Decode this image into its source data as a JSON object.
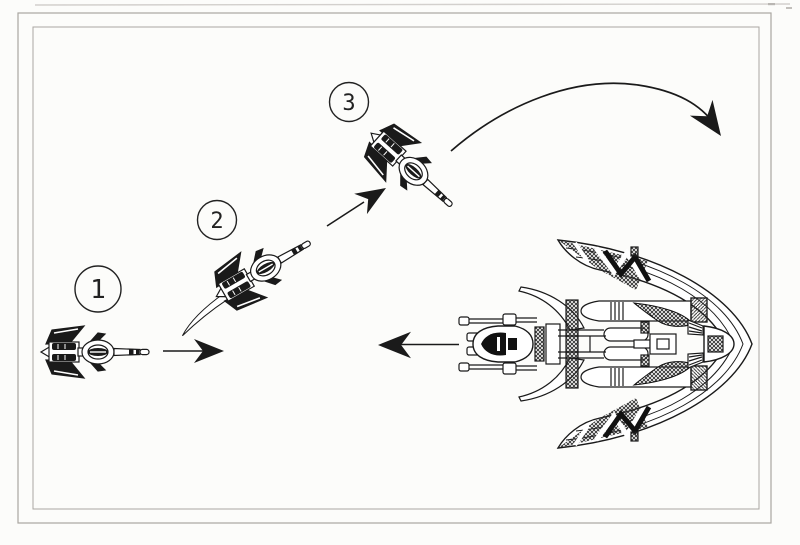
{
  "figure": {
    "background_color": "#fcfcfa",
    "ink_color": "#1a1a1a",
    "frame_color": "#aaa6a1"
  },
  "step_markers": [
    {
      "label": "1"
    },
    {
      "label": "2"
    },
    {
      "label": "3"
    }
  ],
  "icons": {
    "fighter": "fighter-ship",
    "enemy": "enemy-capital-ship",
    "arrows": [
      "forward-motion-arrow",
      "climb-motion-arrow",
      "loop-over-path-arrow",
      "enemy-approach-arrow"
    ]
  }
}
